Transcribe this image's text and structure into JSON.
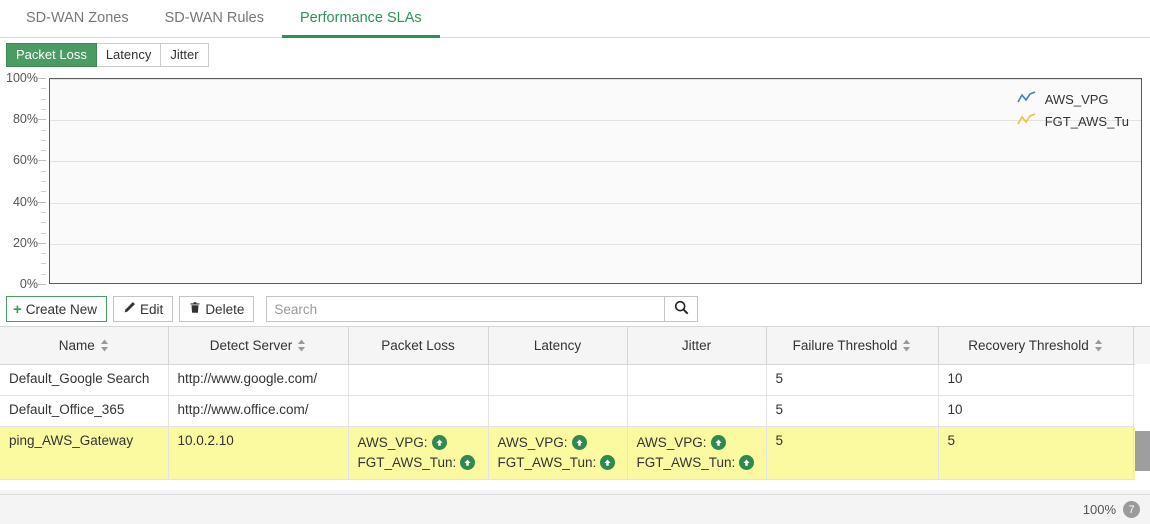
{
  "tabs": [
    {
      "label": "SD-WAN Zones",
      "active": false
    },
    {
      "label": "SD-WAN Rules",
      "active": false
    },
    {
      "label": "Performance SLAs",
      "active": true
    }
  ],
  "subtabs": [
    {
      "label": "Packet Loss",
      "active": true
    },
    {
      "label": "Latency",
      "active": false
    },
    {
      "label": "Jitter",
      "active": false
    }
  ],
  "chart_data": {
    "type": "line",
    "title": "",
    "xlabel": "",
    "ylabel": "",
    "ylim": [
      0,
      100
    ],
    "yticks": [
      0,
      20,
      40,
      60,
      80,
      100
    ],
    "ytick_labels": [
      "0%",
      "20%",
      "40%",
      "60%",
      "80%",
      "100%"
    ],
    "grid": true,
    "legend_position": "top-right",
    "series": [
      {
        "name": "AWS_VPG",
        "color": "#3f7fbf",
        "values": []
      },
      {
        "name": "FGT_AWS_Tu",
        "color": "#f0c040",
        "values": []
      }
    ]
  },
  "toolbar": {
    "create_label": "Create New",
    "create_icon": "plus-icon",
    "edit_label": "Edit",
    "edit_icon": "pencil-icon",
    "delete_label": "Delete",
    "delete_icon": "trash-icon",
    "search_value": "",
    "search_placeholder": "Search",
    "search_icon": "search-icon"
  },
  "table": {
    "columns": [
      {
        "label": "Name",
        "sortable": true
      },
      {
        "label": "Detect Server",
        "sortable": true
      },
      {
        "label": "Packet Loss",
        "sortable": false
      },
      {
        "label": "Latency",
        "sortable": false
      },
      {
        "label": "Jitter",
        "sortable": false
      },
      {
        "label": "Failure Threshold",
        "sortable": true
      },
      {
        "label": "Recovery Threshold",
        "sortable": true
      }
    ],
    "rows": [
      {
        "name": "Default_Google Search",
        "detect_server": "http://www.google.com/",
        "packet_loss": [],
        "latency": [],
        "jitter": [],
        "failure_threshold": "5",
        "recovery_threshold": "10",
        "selected": false
      },
      {
        "name": "Default_Office_365",
        "detect_server": "http://www.office.com/",
        "packet_loss": [],
        "latency": [],
        "jitter": [],
        "failure_threshold": "5",
        "recovery_threshold": "10",
        "selected": false
      },
      {
        "name": "ping_AWS_Gateway",
        "detect_server": "10.0.2.10",
        "packet_loss": [
          {
            "label": "AWS_VPG:",
            "status": "up"
          },
          {
            "label": "FGT_AWS_Tun:",
            "status": "up"
          }
        ],
        "latency": [
          {
            "label": "AWS_VPG:",
            "status": "up"
          },
          {
            "label": "FGT_AWS_Tun:",
            "status": "up"
          }
        ],
        "jitter": [
          {
            "label": "AWS_VPG:",
            "status": "up"
          },
          {
            "label": "FGT_AWS_Tun:",
            "status": "up"
          }
        ],
        "failure_threshold": "5",
        "recovery_threshold": "5",
        "selected": true
      }
    ]
  },
  "statusbar": {
    "zoom": "100%",
    "badge": "7"
  }
}
